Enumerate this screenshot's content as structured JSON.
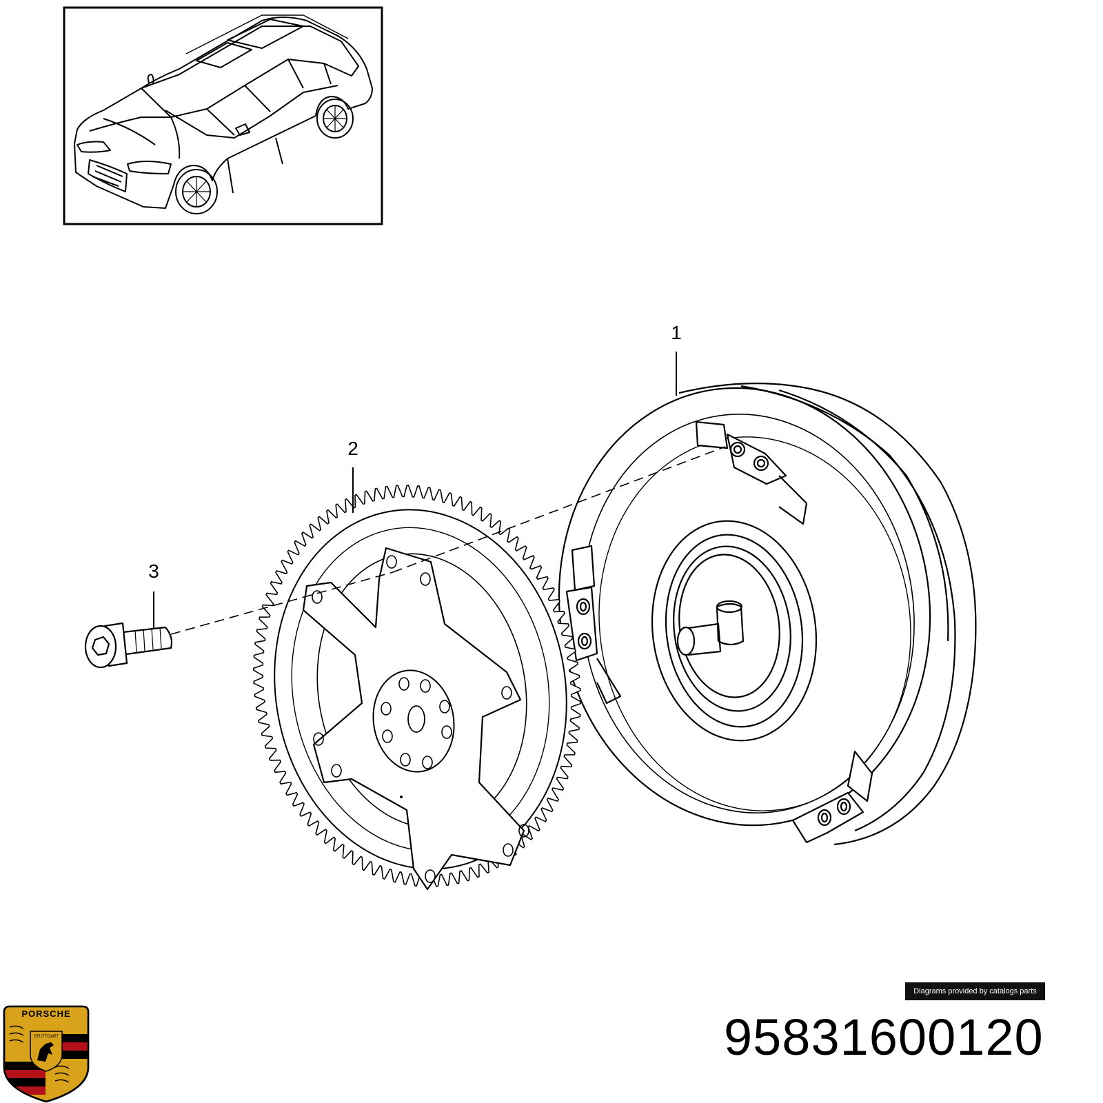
{
  "callouts": {
    "c1": "1",
    "c2": "2",
    "c3": "3"
  },
  "credit": "Diagrams provided by catalogs parts",
  "part_number": "95831600120",
  "logo": {
    "name": "porsche-crest",
    "wordmark": "PORSCHE",
    "city": "STUTTGART",
    "colors": {
      "gold": "#d9a21b",
      "red": "#b3121a",
      "black": "#000000"
    }
  },
  "parts": [
    {
      "callout": "1",
      "name": "torque-converter"
    },
    {
      "callout": "2",
      "name": "flex-plate-ring-gear"
    },
    {
      "callout": "3",
      "name": "bolt"
    }
  ]
}
